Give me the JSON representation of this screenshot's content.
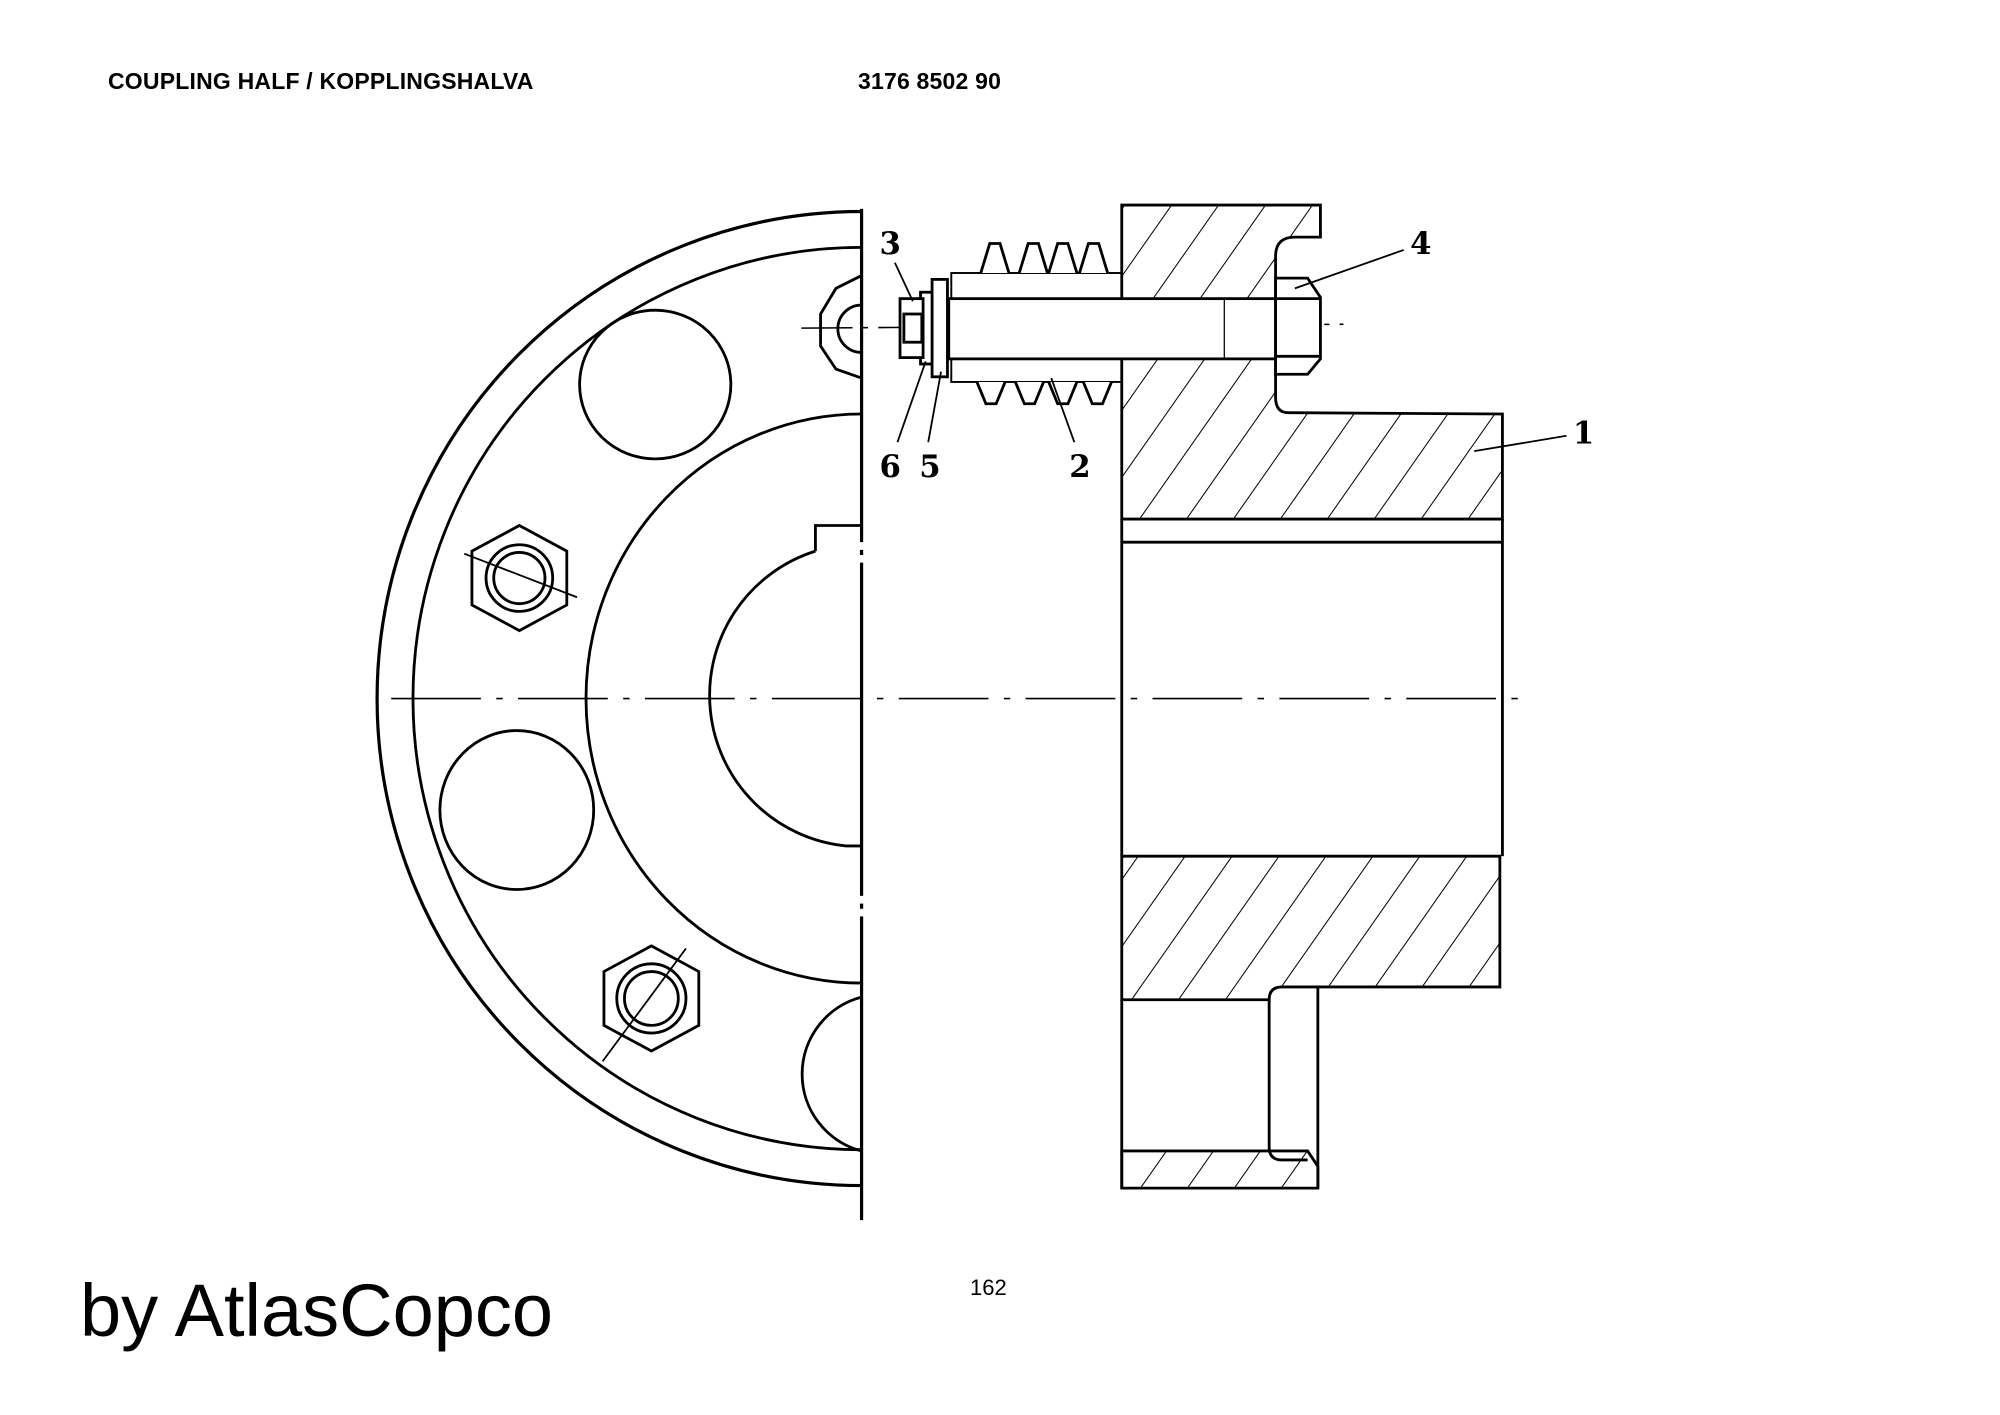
{
  "header": {
    "title": "COUPLING HALF / KOPPLINGSHALVA",
    "part_number": "3176 8502 90"
  },
  "drawing": {
    "callouts": [
      "1",
      "2",
      "3",
      "4",
      "5",
      "6"
    ]
  },
  "footer": {
    "page_number": "162",
    "watermark": "by AtlasCopco"
  }
}
